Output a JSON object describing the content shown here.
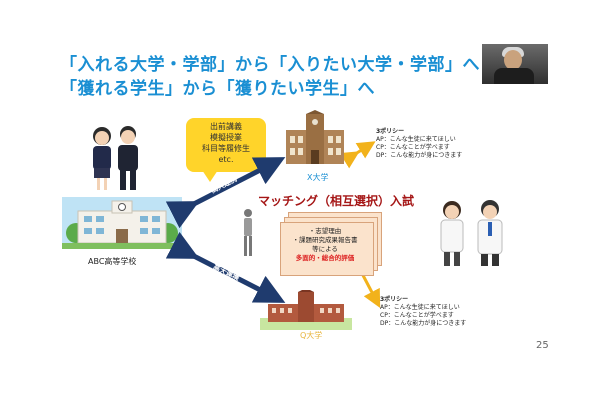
{
  "slide": {
    "title_line1": "「入れる大学・学部」から「入りたい大学・学部」へ",
    "title_line2": "「獲れる学生」から「獲りたい学生」へ",
    "page_number": "25"
  },
  "callout": {
    "lines": [
      "出前講義",
      "模擬授業",
      "科目等履修生",
      "etc."
    ]
  },
  "arrows": {
    "upper_label": "高大連携",
    "lower_label": "高大連携"
  },
  "labels": {
    "high_school": "ABC高等学校",
    "university_x": "X大学",
    "university_q": "Q大学"
  },
  "matching_title": "マッチング（相互選択）入試",
  "documents": {
    "line1": "・志望理由",
    "line2": "・課題研究成果報告書",
    "line3": "等による",
    "highlight": "多面的・総合的評価"
  },
  "policy_x": {
    "heading": "3ポリシー",
    "ap": "AP：こんな生徒に来てほしい",
    "cp": "CP：こんなことが学べます",
    "dp": "DP：こんな能力が身につきます"
  },
  "policy_q": {
    "heading": "3ポリシー",
    "ap": "AP：こんな生徒に来てほしい",
    "cp": "CP：こんなことが学べます",
    "dp": "DP：こんな能力が身につきます"
  },
  "colors": {
    "title": "#1a8fd3",
    "arrow": "#1f3b6e",
    "callout": "#ffd42a",
    "matching": "#a51616",
    "double_arrow": "#f2b21b"
  }
}
